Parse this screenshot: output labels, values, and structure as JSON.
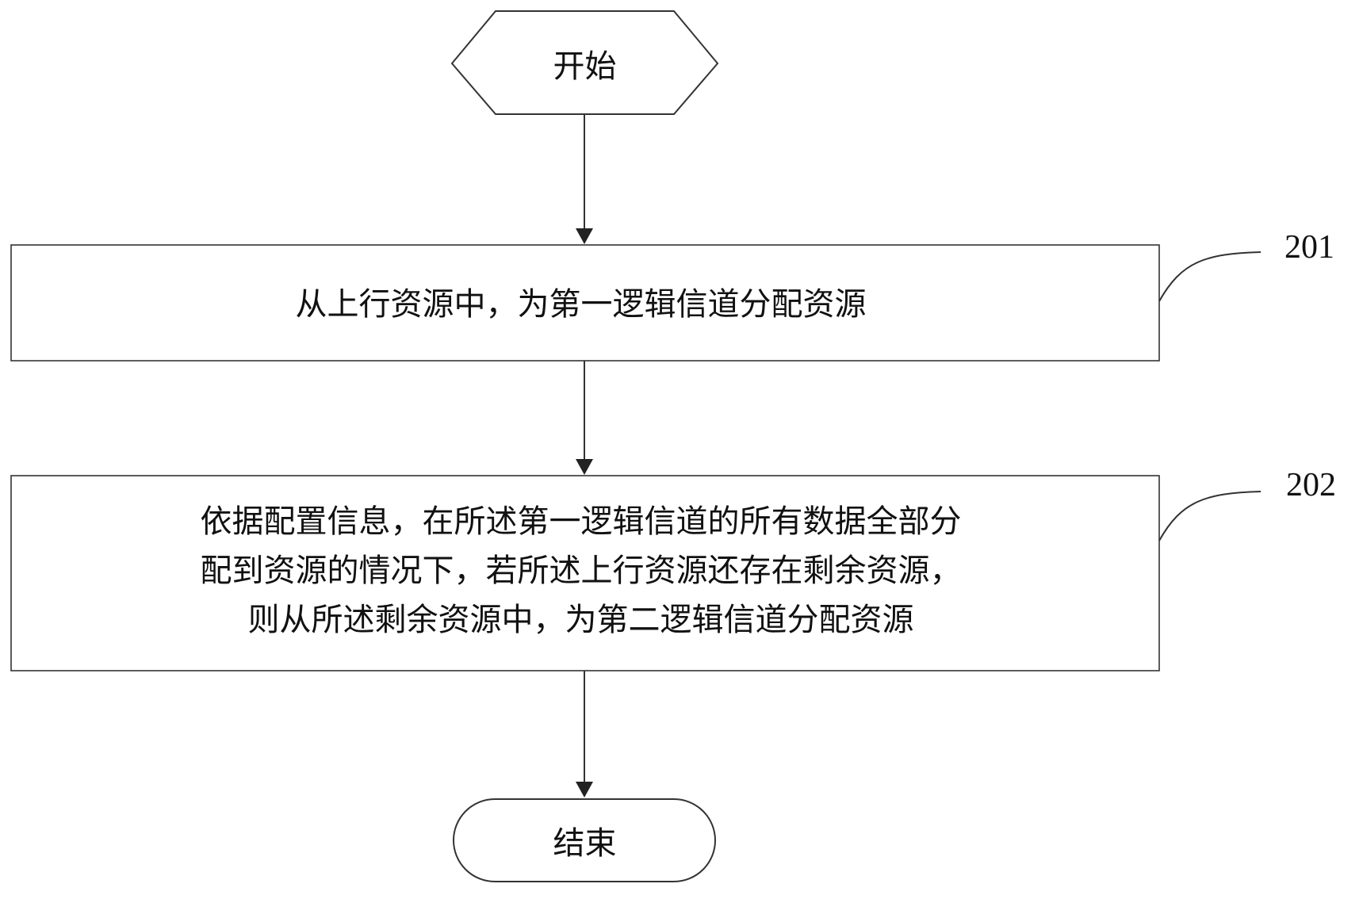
{
  "flowchart": {
    "start": {
      "label": "开始"
    },
    "steps": [
      {
        "ref": "201",
        "lines": [
          "从上行资源中，为第一逻辑信道分配资源"
        ]
      },
      {
        "ref": "202",
        "lines": [
          "依据配置信息，在所述第一逻辑信道的所有数据全部分",
          "配到资源的情况下，若所述上行资源还存在剩余资源，",
          "则从所述剩余资源中，为第二逻辑信道分配资源"
        ]
      }
    ],
    "end": {
      "label": "结束"
    }
  },
  "colors": {
    "stroke": "#333333",
    "text": "#111111",
    "background": "#ffffff"
  }
}
